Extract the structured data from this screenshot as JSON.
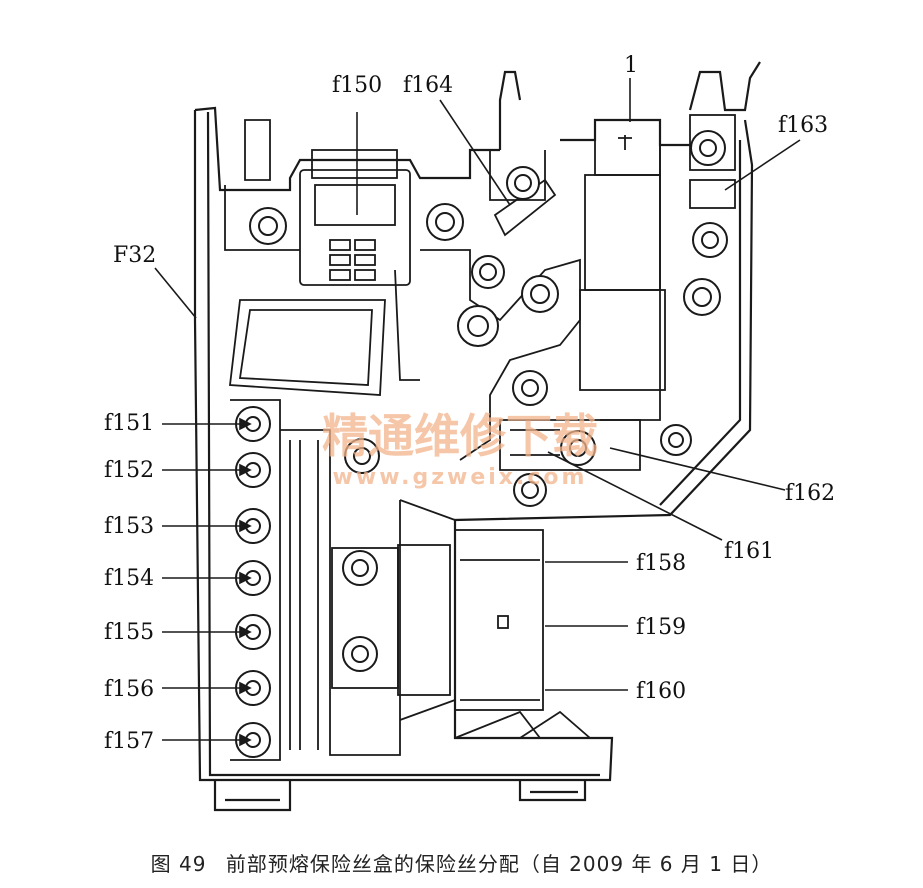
{
  "labels": {
    "f150": "f150",
    "f164": "f164",
    "one": "1",
    "f163": "f163",
    "F32": "F32",
    "f151": "f151",
    "f152": "f152",
    "f153": "f153",
    "f154": "f154",
    "f155": "f155",
    "f156": "f156",
    "f157": "f157",
    "f162": "f162",
    "f161": "f161",
    "f158": "f158",
    "f159": "f159",
    "f160": "f160"
  },
  "watermark": {
    "text": "精通维修下载",
    "url": "www.gzweix.com"
  },
  "caption": {
    "figure_no": "图 49",
    "title": "前部预熔保险丝盒的保险丝分配（自 2009 年 6 月 1 日）"
  },
  "colors": {
    "ink": "#1a1a1a",
    "paper": "#ffffff",
    "watermark": "#f2b48c"
  }
}
